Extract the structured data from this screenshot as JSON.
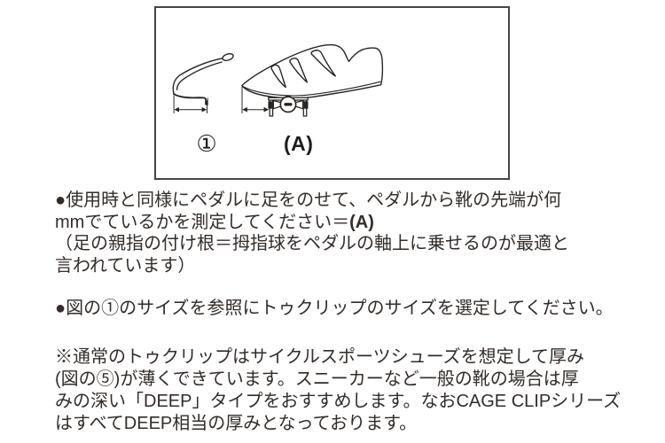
{
  "page": {
    "background": "#ffffff",
    "text_color": "#332c28"
  },
  "figure": {
    "border_color": "#4a4440",
    "label_1": "①",
    "label_A": "(A)",
    "parts": [
      "toe-clip side view",
      "cycling shoe on pedal side view"
    ]
  },
  "paragraphs": {
    "p1": {
      "line1": "●使用時と同様にペダルに足をのせて、ペダルから靴の先端が何",
      "line2_regular": "mmでているかを測定してください＝",
      "line2_bold": "(A)",
      "line3": "（足の親指の付け根＝拇指球をペダルの軸上に乗せるのが最適と",
      "line4": "言われています）"
    },
    "p2": {
      "line1": "●図の①のサイズを参照にトゥクリップのサイズを選定してください。"
    },
    "p3": {
      "line1": "※通常のトゥクリップはサイクルスポーツシューズを想定して厚み",
      "line2": "(図の⑤)が薄くできています。スニーカーなど一般の靴の場合は厚",
      "line3": "みの深い「DEEP」タイプをおすすめします。なおCAGE CLIPシリーズ",
      "line4": "はすべてDEEP相当の厚みとなっております。"
    }
  }
}
